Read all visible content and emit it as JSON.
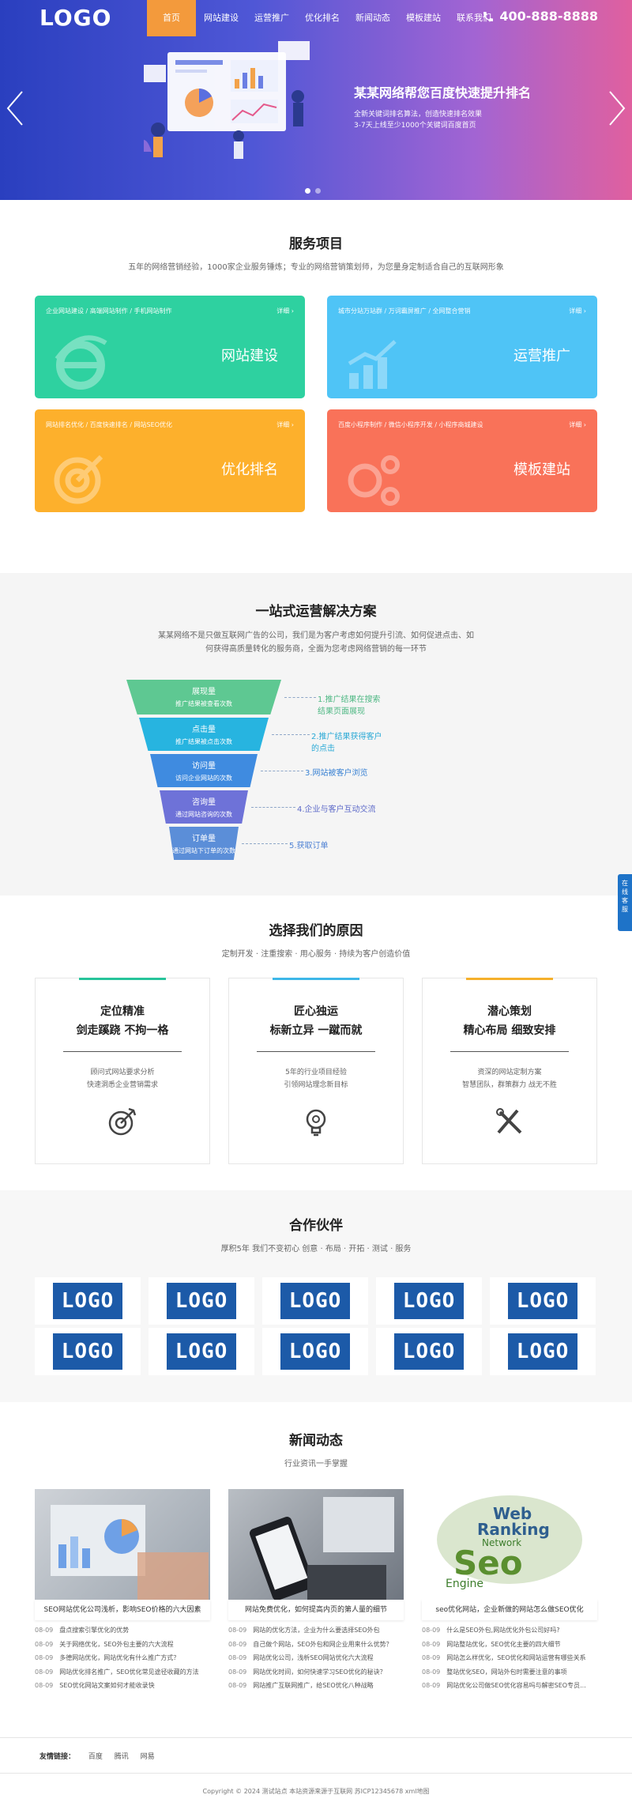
{
  "header": {
    "logo": "LOGO",
    "nav": [
      "首页",
      "网站建设",
      "运营推广",
      "优化排名",
      "新闻动态",
      "模板建站",
      "联系我们"
    ],
    "phone": "400-888-8888"
  },
  "banner": {
    "title": "某某网络帮您百度快速提升排名",
    "line1": "全新关键词排名算法，创造快速排名效果",
    "line2": "3-7天上线至少1000个关键词百度首页"
  },
  "services": {
    "title": "服务项目",
    "subtitle": "五年的网络营销经验，1000家企业服务锤炼；专业的网络营销策划师，为您量身定制适合自己的互联网形象",
    "cards": [
      {
        "tags": "企业网站建设 / 高端网站制作 / 手机网站制作",
        "more": "详细 ›",
        "name": "网站建设",
        "color": "#2ed1a0"
      },
      {
        "tags": "城市分站万站群 / 万词霸屏推广 / 全网整合营销",
        "more": "详细 ›",
        "name": "运营推广",
        "color": "#4fc4f6"
      },
      {
        "tags": "网站排名优化 / 百度快速排名 / 网站SEO优化",
        "more": "详细 ›",
        "name": "优化排名",
        "color": "#fdb02c"
      },
      {
        "tags": "百度小程序制作 / 微信小程序开发 / 小程序商城建设",
        "more": "详细 ›",
        "name": "模板建站",
        "color": "#f97259"
      }
    ]
  },
  "solution": {
    "title": "一站式运营解决方案",
    "text": "某某网络不是只做互联网广告的公司，我们是为客户考虑如何提升引流、如何促进点击、如何获得高质量转化的服务商，全面为您考虑网络营销的每一环节",
    "layers": [
      {
        "name": "展现量",
        "desc": "推广结果被查看次数",
        "label": "1.推广结果在搜索结果页面展现",
        "color": "#5ec892",
        "lcolor": "#4fb884"
      },
      {
        "name": "点击量",
        "desc": "推广结果被点击次数",
        "label": "2.推广结果获得客户的点击",
        "color": "#27b4e0",
        "lcolor": "#2aa9d6"
      },
      {
        "name": "访问量",
        "desc": "访问企业网站的次数",
        "label": "3.网站被客户浏览",
        "color": "#3f8be0",
        "lcolor": "#3a82d3"
      },
      {
        "name": "咨询量",
        "desc": "通过网站咨询的次数",
        "label": "4.企业与客户互动交流",
        "color": "#6e72d8",
        "lcolor": "#5e6bc9"
      },
      {
        "name": "订单量",
        "desc": "通过网站下订单的次数",
        "label": "5.获取订单",
        "color": "#5b8ed8",
        "lcolor": "#4f82d4"
      }
    ]
  },
  "why": {
    "title": "选择我们的原因",
    "subtitle": "定制开发 · 注重搜索 · 用心服务 · 持续为客户创造价值",
    "cards": [
      {
        "h1": "定位精准",
        "h2": "剑走蹊跷 不拘一格",
        "p1": "顾问式网站要求分析",
        "p2": "快速洞悉企业营销需求",
        "bar": "#27c49a",
        "icon": "target-icon"
      },
      {
        "h1": "匠心独运",
        "h2": "标新立异 一蹴而就",
        "p1": "5年的行业项目经验",
        "p2": "引领网站理念新目标",
        "bar": "#3db7e8",
        "icon": "lightbulb-icon"
      },
      {
        "h1": "潜心策划",
        "h2": "精心布局 细致安排",
        "p1": "资深的网站定制方案",
        "p2": "智慧团队，群策群力 战无不胜",
        "bar": "#f5b02c",
        "icon": "design-tools-icon"
      }
    ]
  },
  "partners": {
    "title": "合作伙伴",
    "subtitle": "厚积5年 我们不变初心 创意 · 布局 · 开拓 · 测试 · 服务",
    "logos": [
      "LOGO",
      "LOGO",
      "LOGO",
      "LOGO",
      "LOGO",
      "LOGO",
      "LOGO",
      "LOGO",
      "LOGO",
      "LOGO"
    ]
  },
  "news": {
    "title": "新闻动态",
    "subtitle": "行业资讯一手掌握",
    "cols": [
      {
        "caption": "SEO网站优化公司浅析，影响SEO价格的六大因素",
        "items": [
          {
            "d": "08-09",
            "t": "盘点搜索引擎优化的优势"
          },
          {
            "d": "08-09",
            "t": "关于网络优化，SEO外包主要的六大流程"
          },
          {
            "d": "08-09",
            "t": "多德网站优化，网站优化有什么推广方式？"
          },
          {
            "d": "08-09",
            "t": "网站优化排名推广，SEO优化常见途径收藏的方法"
          },
          {
            "d": "08-09",
            "t": "SEO优化网站文案如何才能收录快"
          }
        ]
      },
      {
        "caption": "网站免费优化，如何提高内页的第人量的细节",
        "items": [
          {
            "d": "08-09",
            "t": "网站的优化方法，企业为什么要选择SEO外包"
          },
          {
            "d": "08-09",
            "t": "自己做个网站，SEO外包和网企业用来什么优势？"
          },
          {
            "d": "08-09",
            "t": "网站优化公司，浅析SEO网站优化六大流程"
          },
          {
            "d": "08-09",
            "t": "网站优化时间，如何快速学习SEO优化的秘诀？"
          },
          {
            "d": "08-09",
            "t": "网站推广互联网推广，给SEO优化八种战略"
          }
        ]
      },
      {
        "caption": "seo优化网站，企业新做的网站怎么做SEO优化",
        "items": [
          {
            "d": "08-09",
            "t": "什么是SEO外包,网站优化外包公司好吗?"
          },
          {
            "d": "08-09",
            "t": "网站整站优化，SEO优化主要的四大细节"
          },
          {
            "d": "08-09",
            "t": "网站怎么样优化，SEO优化和网站运营有哪些关系"
          },
          {
            "d": "08-09",
            "t": "整站优化SEO，网站外包时需要注意的事项"
          },
          {
            "d": "08-09",
            "t": "网站优化公司做SEO优化容易吗与解密SEO专员..."
          }
        ]
      }
    ]
  },
  "footer": {
    "links_label": "友情链接：",
    "links": [
      "百度",
      "腾讯",
      "网易"
    ],
    "copyright": "Copyright © 2024 测试站点 本站资源来源于互联网  苏ICP12345678  xml地图"
  },
  "float": {
    "text": "在线客服"
  }
}
